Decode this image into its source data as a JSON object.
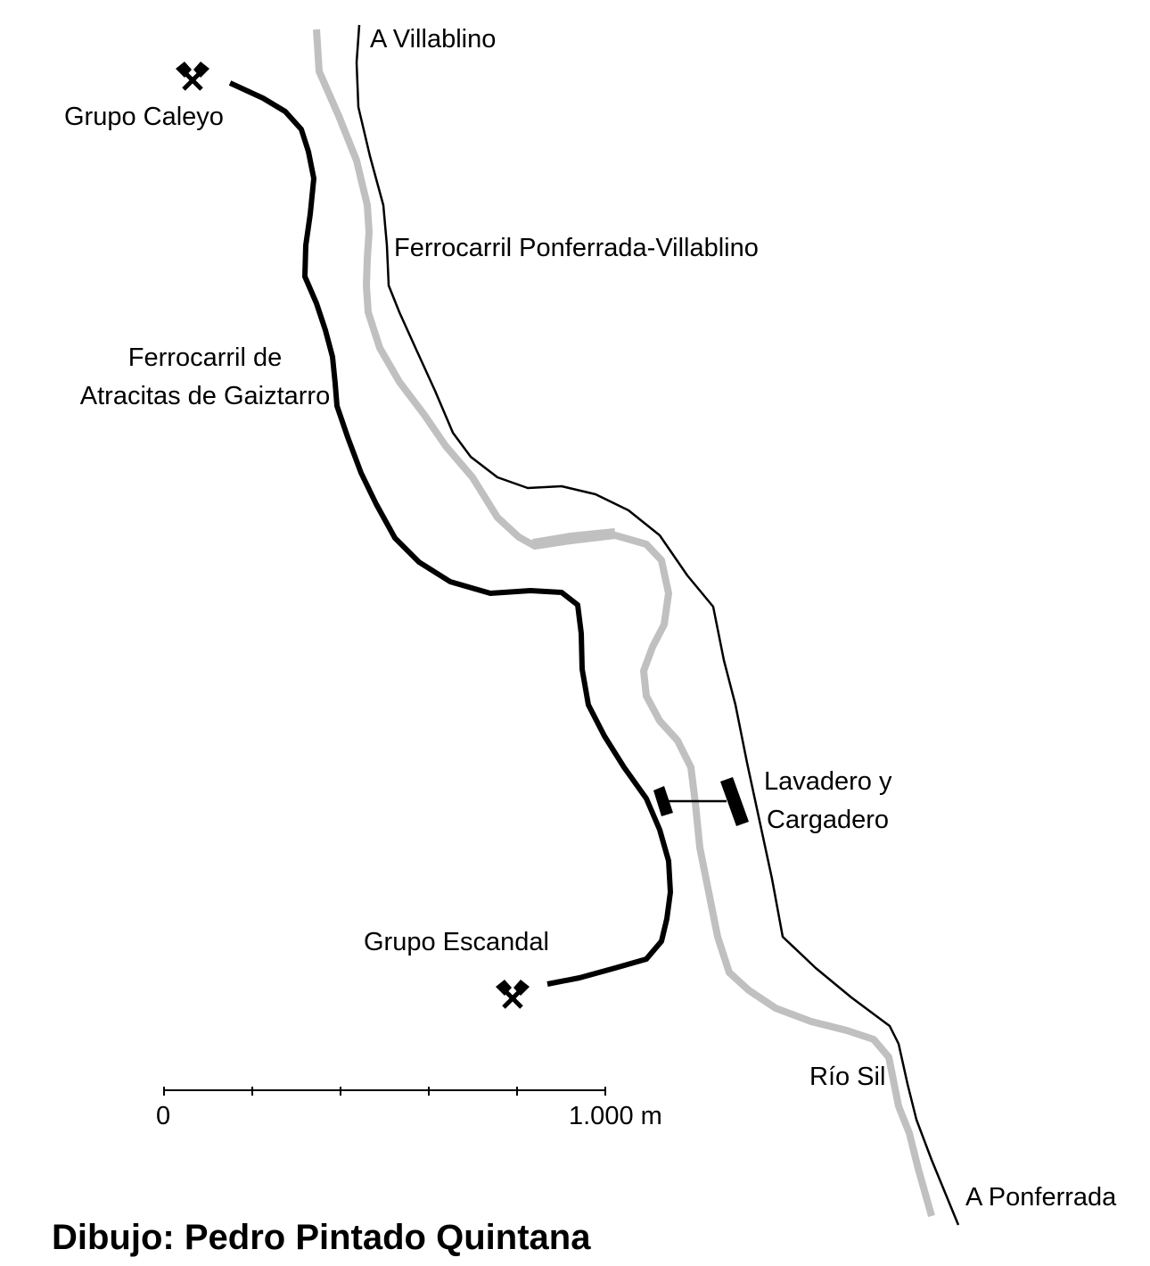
{
  "labels": {
    "villablino": "A Villablino",
    "ponferrada": "A Ponferrada",
    "ferrocarril_pv": "Ferrocarril Ponferrada-Villablino",
    "gaiztarro_line1": "Ferrocarril de",
    "gaiztarro_line2": "Atracitas de Gaiztarro",
    "caleyo": "Grupo Caleyo",
    "escandal": "Grupo Escandal",
    "lavadero_line1": "Lavadero y",
    "lavadero_line2": "Cargadero",
    "rio_sil": "Río Sil"
  },
  "scale": {
    "start_label": "0",
    "end_label": "1.000 m"
  },
  "credit": "Dibujo: Pedro Pintado Quintana",
  "icons": {
    "mine": "crossed-hammers-icon"
  },
  "colors": {
    "river": "#c0c0c0",
    "main_railway": "#000000",
    "mine_railway": "#000000",
    "background": "#ffffff"
  }
}
